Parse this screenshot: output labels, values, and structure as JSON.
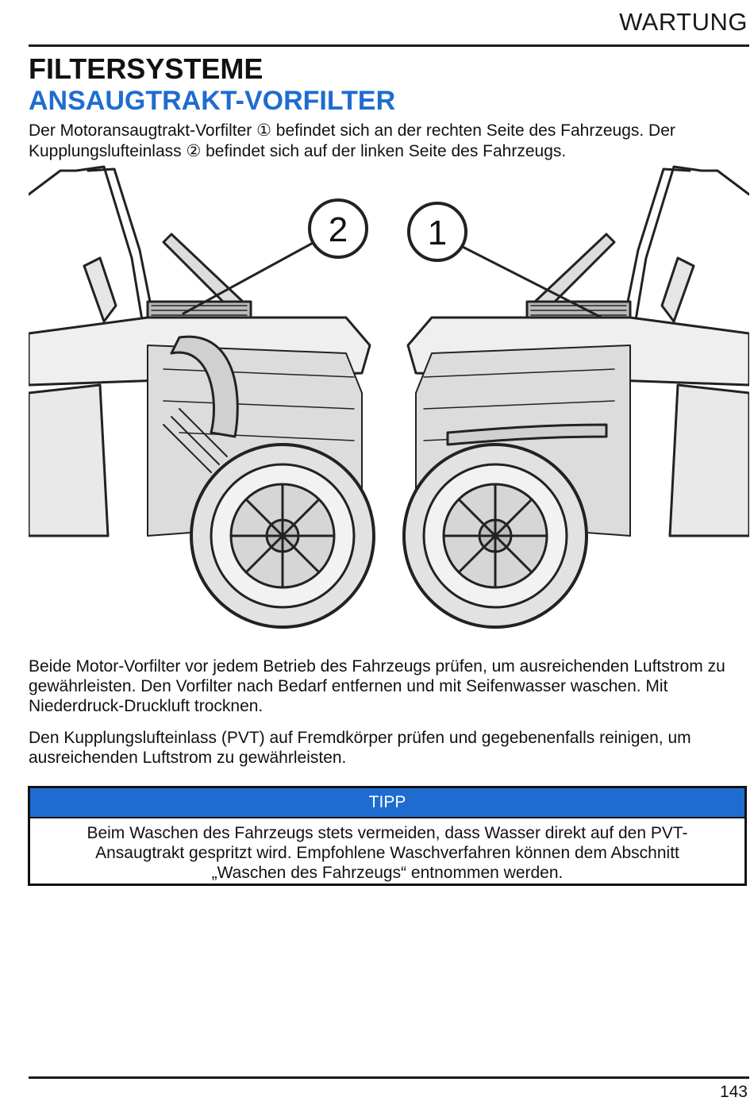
{
  "header": {
    "section": "WARTUNG"
  },
  "title": "FILTERSYSTEME",
  "subtitle": "ANSAUGTRAKT-VORFILTER",
  "intro": "Der Motoransaugtrakt-Vorfilter ① befindet sich an der rechten Seite des Fahrzeugs. Der Kupplungslufteinlass ② befindet sich auf der linken Seite des Fahrzeugs.",
  "figure": {
    "callouts": [
      "2",
      "1"
    ]
  },
  "paragraphs": [
    "Beide Motor-Vorfilter vor jedem Betrieb des Fahrzeugs prüfen, um ausreichenden Luftstrom zu gewährleisten. Den Vorfilter nach Bedarf entfernen und mit Seifenwasser waschen. Mit Niederdruck-Druckluft trocknen.",
    "Den Kupplungslufteinlass (PVT) auf Fremdkörper prüfen und gegebenenfalls reinigen, um ausreichenden Luftstrom zu gewährleisten."
  ],
  "tip": {
    "label": "TIPP",
    "text": "Beim Waschen des Fahrzeugs stets vermeiden, dass Wasser direkt auf den PVT-Ansaugtrakt gespritzt wird. Empfohlene Waschverfahren können dem Abschnitt „Waschen des Fahrzeugs“ entnommen werden."
  },
  "footer": {
    "page_number": "143"
  },
  "colors": {
    "accent": "#1f6cd1",
    "text": "#111111"
  }
}
